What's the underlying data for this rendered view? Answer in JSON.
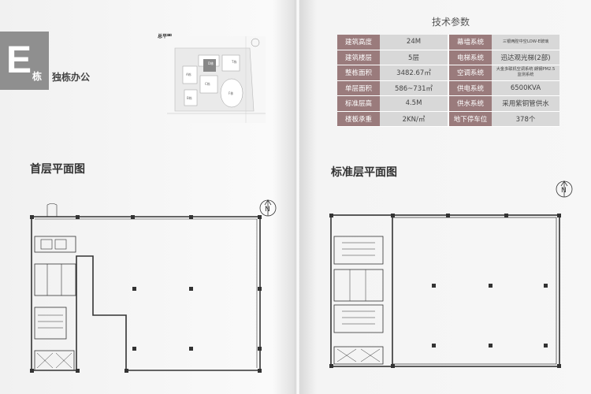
{
  "building": {
    "letter": "E",
    "letter_suffix": "栋",
    "title": "独栋办公"
  },
  "site_plan": {
    "title": "总平图",
    "labels": [
      "T栋",
      "D栋",
      "A栋",
      "C栋",
      "B栋",
      "F栋"
    ]
  },
  "tech": {
    "title": "技术参数",
    "rows": [
      {
        "l1": "建筑高度",
        "v1": "24M",
        "l2": "幕墙系统",
        "v2": "三银两腔中空LOW-E玻璃"
      },
      {
        "l1": "建筑楼层",
        "v1": "5层",
        "l2": "电梯系统",
        "v2": "迅达观光梯(2部)"
      },
      {
        "l1": "整栋面积",
        "v1": "3482.67㎡",
        "l2": "空调系统",
        "v2": "大金多联机空调系统 朗钢PM2.5监测系统"
      },
      {
        "l1": "单层面积",
        "v1": "586~731㎡",
        "l2": "供电系统",
        "v2": "6500KVA"
      },
      {
        "l1": "标准层高",
        "v1": "4.5M",
        "l2": "供水系统",
        "v2": "采用紫铜管供水"
      },
      {
        "l1": "楼板承重",
        "v1": "2KN/㎡",
        "l2": "地下停车位",
        "v2": "378个"
      }
    ]
  },
  "plans": {
    "ground_title": "首层平面图",
    "standard_title": "标准层平面图",
    "north_label": "N"
  },
  "colors": {
    "badge": "#8f8f8f",
    "table_label": "#9a7b7c",
    "table_value": "#d8d8d8",
    "plan_line": "#333333"
  }
}
